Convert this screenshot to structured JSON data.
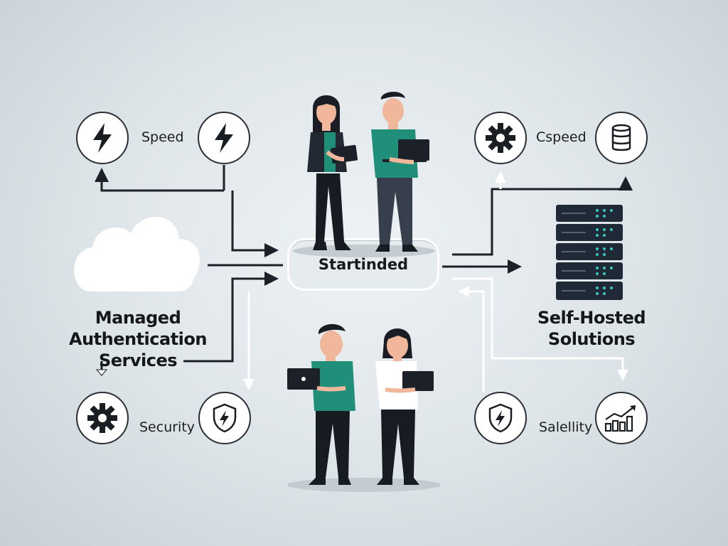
{
  "hub": {
    "label": "Startinded"
  },
  "left": {
    "title_lines": [
      "Managed",
      "Authentication",
      "Services"
    ],
    "top_label": "Speed",
    "bottom_label": "Security",
    "icons": [
      "lightning-icon",
      "lightning-icon",
      "gear-icon",
      "shield-lightning-icon"
    ]
  },
  "right": {
    "title_lines": [
      "Self-Hosted",
      "Solutions"
    ],
    "top_label": "Cspeed",
    "bottom_label": "Salellity",
    "icons": [
      "gear-icon",
      "database-icon",
      "shield-lightning-icon",
      "growth-chart-icon"
    ]
  },
  "colors": {
    "accent": "#1f8f7a",
    "dark": "#171b22",
    "arrow": "#1c2029",
    "white_arrow": "#ffffff",
    "server_led": "#39c9c0"
  }
}
